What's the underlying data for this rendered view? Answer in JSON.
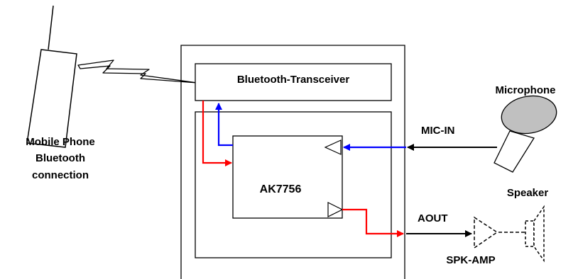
{
  "labels": {
    "phone_line1": "Mobile Phone",
    "phone_line2": "Bluetooth",
    "phone_line3": "connection",
    "transceiver": "Bluetooth-Transceiver",
    "chip": "AK7756",
    "microphone": "Microphone",
    "mic_in": "MIC-IN",
    "speaker": "Speaker",
    "aout": "AOUT",
    "spk_amp": "SPK-AMP"
  },
  "colors": {
    "red_signal": "#ff0000",
    "blue_signal": "#0000ff",
    "black": "#000000",
    "mic_fill": "#c0c0c0"
  }
}
